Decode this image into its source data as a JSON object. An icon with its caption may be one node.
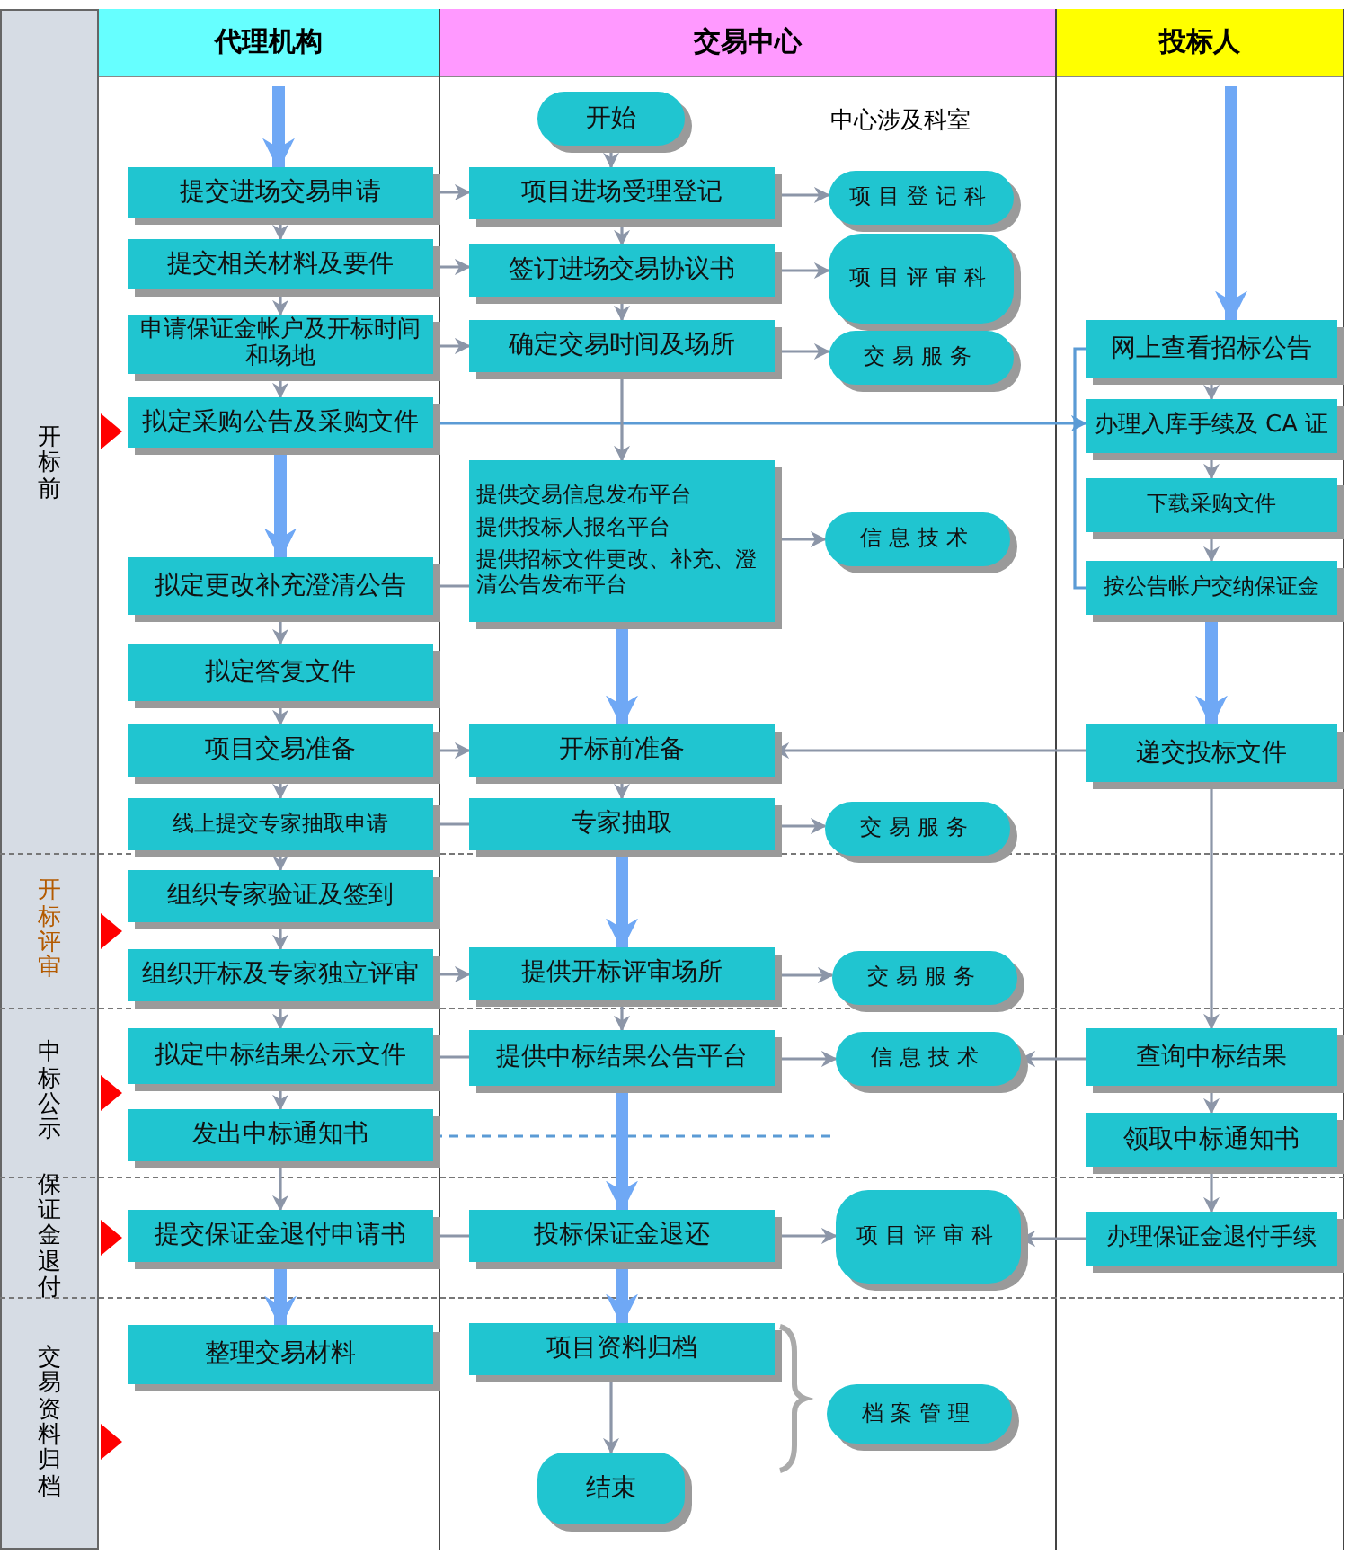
{
  "diagram": {
    "nodes": [
      {
        "text": [
          "代理机构"
        ]
      },
      {
        "text": [
          "交易中心"
        ]
      },
      {
        "text": [
          "投标人"
        ]
      },
      {
        "text": [
          "提交进场交易申请"
        ],
        "in": 0
      },
      {
        "text": [
          "提交相关材料及要件"
        ],
        "in": 0
      },
      {
        "text": [
          "申请保证金帐户及开标时间和场地"
        ],
        "in": 0
      },
      {
        "text": [
          "拟定采购公告及采购文件"
        ],
        "in": 0
      },
      {
        "text": [
          "拟定更改补充澄清公告"
        ],
        "in": 0
      },
      {
        "text": [
          "拟定答复文件"
        ],
        "in": 0
      },
      {
        "text": [
          "项目交易准备"
        ],
        "in": 0
      },
      {
        "text": [
          "线上提交专家抽取申请"
        ],
        "in": 0
      },
      {
        "text": [
          "组织专家验证及签到"
        ],
        "in": 0
      },
      {
        "text": [
          "组织开标及专家独立评审"
        ],
        "in": 0
      },
      {
        "text": [
          "拟定中标结果公示文件"
        ],
        "in": 0
      },
      {
        "text": [
          "发出中标通知书"
        ],
        "in": 0
      },
      {
        "text": [
          "提交保证金退付申请书"
        ],
        "in": 0
      },
      {
        "text": [
          "整理交易材料"
        ],
        "in": 0
      },
      {
        "text": [
          "开始"
        ],
        "in": 1
      },
      {
        "text": [
          "项目进场受理登记"
        ],
        "in": 1
      },
      {
        "text": [
          "签订进场交易协议书"
        ],
        "in": 1
      },
      {
        "text": [
          "确定交易时间及场所"
        ],
        "in": 1
      },
      {
        "text": [
          "提供交易信息发布平台",
          "提供投标人报名平台",
          "提供招标文件更改、补充、澄清公告发布平台"
        ],
        "in": 1
      },
      {
        "text": [
          "开标前准备"
        ],
        "in": 1
      },
      {
        "text": [
          "专家抽取"
        ],
        "in": 1
      },
      {
        "text": [
          "提供开标评审场所"
        ],
        "in": 1
      },
      {
        "text": [
          "提供中标结果公告平台"
        ],
        "in": 1
      },
      {
        "text": [
          "投标保证金退还"
        ],
        "in": 1
      },
      {
        "text": [
          "项目资料归档"
        ],
        "in": 1
      },
      {
        "text": [
          "结束"
        ],
        "in": 1
      },
      {
        "text": [
          "项目登记科"
        ],
        "in": 1
      },
      {
        "text": [
          "项目评审科"
        ],
        "in": 1
      },
      {
        "text": [
          "交易服务"
        ],
        "in": 1
      },
      {
        "text": [
          "信息技术"
        ],
        "in": 1
      },
      {
        "text": [
          "交易服务"
        ],
        "in": 1
      },
      {
        "text": [
          "交易服务"
        ],
        "in": 1
      },
      {
        "text": [
          "信息技术"
        ],
        "in": 1
      },
      {
        "text": [
          "项目评审科"
        ],
        "in": 1
      },
      {
        "text": [
          "档案管理"
        ],
        "in": 1
      },
      {
        "text": [
          "网上查看招标公告"
        ],
        "in": 2
      },
      {
        "text": [
          "办理入库手续及 CA 证"
        ],
        "in": 2
      },
      {
        "text": [
          "下载采购文件"
        ],
        "in": 2
      },
      {
        "text": [
          "按公告帐户交纳保证金"
        ],
        "in": 2
      },
      {
        "text": [
          "递交投标文件"
        ],
        "in": 2
      },
      {
        "text": [
          "查询中标结果"
        ],
        "in": 2
      },
      {
        "text": [
          "领取中标通知书"
        ],
        "in": 2
      },
      {
        "text": [
          "办理保证金退付手续"
        ],
        "in": 2
      }
    ],
    "edges": [
      {
        "from": null,
        "to": 3,
        "arrow": "to",
        "style": "thick",
        "color": "#6fa8f5"
      },
      {
        "from": 3,
        "to": 4,
        "arrow": "to"
      },
      {
        "from": 4,
        "to": 5,
        "arrow": "to"
      },
      {
        "from": 5,
        "to": 6,
        "arrow": "to"
      },
      {
        "from": 6,
        "to": 7,
        "arrow": "to",
        "style": "thick",
        "color": "#6fa8f5"
      },
      {
        "from": 7,
        "to": 8,
        "arrow": "to"
      },
      {
        "from": 8,
        "to": 9,
        "arrow": "to"
      },
      {
        "from": 9,
        "to": 10,
        "arrow": "to"
      },
      {
        "from": 10,
        "to": 11,
        "arrow": "to"
      },
      {
        "from": 11,
        "to": 12,
        "arrow": "to"
      },
      {
        "from": 12,
        "to": 13,
        "arrow": "to"
      },
      {
        "from": 13,
        "to": 14,
        "arrow": "to"
      },
      {
        "from": 14,
        "to": 15,
        "arrow": "to"
      },
      {
        "from": 15,
        "to": 16,
        "arrow": "to",
        "style": "thick",
        "color": "#6fa8f5"
      },
      {
        "from": 3,
        "to": 18,
        "arrow": "to"
      },
      {
        "from": 4,
        "to": 19,
        "arrow": "to"
      },
      {
        "from": 5,
        "to": 20,
        "arrow": "to"
      },
      {
        "from": 6,
        "to": 39,
        "arrow": "to",
        "color": "#5b9bd5"
      },
      {
        "from": 7,
        "to": 21,
        "arrow": "none"
      },
      {
        "from": 9,
        "to": 22,
        "arrow": "to"
      },
      {
        "from": 10,
        "to": 23,
        "arrow": "none"
      },
      {
        "from": 12,
        "to": 24,
        "arrow": "to"
      },
      {
        "from": 13,
        "to": 25,
        "arrow": "none"
      },
      {
        "from": 14,
        "to": null,
        "arrow": "none",
        "style": "dashed",
        "color": "#5b9bd5"
      },
      {
        "from": 15,
        "to": 26,
        "arrow": "none"
      },
      {
        "from": 17,
        "to": 18,
        "arrow": "to"
      },
      {
        "from": 18,
        "to": 19,
        "arrow": "to"
      },
      {
        "from": 19,
        "to": 20,
        "arrow": "to"
      },
      {
        "from": 20,
        "to": 21,
        "arrow": "to"
      },
      {
        "from": 21,
        "to": 22,
        "arrow": "to",
        "style": "thick",
        "color": "#6fa8f5"
      },
      {
        "from": 22,
        "to": 23,
        "arrow": "to"
      },
      {
        "from": 23,
        "to": 24,
        "arrow": "to",
        "style": "thick",
        "color": "#6fa8f5"
      },
      {
        "from": 24,
        "to": 25,
        "arrow": "to"
      },
      {
        "from": 25,
        "to": 26,
        "arrow": "to",
        "style": "thick",
        "color": "#6fa8f5"
      },
      {
        "from": 26,
        "to": 27,
        "arrow": "to",
        "style": "thick",
        "color": "#6fa8f5"
      },
      {
        "from": 27,
        "to": 28,
        "arrow": "to"
      },
      {
        "from": 18,
        "to": 29,
        "arrow": "to"
      },
      {
        "from": 19,
        "to": 30,
        "arrow": "to"
      },
      {
        "from": 20,
        "to": 31,
        "arrow": "to"
      },
      {
        "from": 21,
        "to": 32,
        "arrow": "to"
      },
      {
        "from": 23,
        "to": 33,
        "arrow": "to"
      },
      {
        "from": 24,
        "to": 34,
        "arrow": "to"
      },
      {
        "from": 25,
        "to": 35,
        "arrow": "to"
      },
      {
        "from": 26,
        "to": 36,
        "arrow": "to"
      },
      {
        "from": null,
        "to": 38,
        "arrow": "to",
        "style": "thick",
        "color": "#6fa8f5"
      },
      {
        "from": 38,
        "to": 39,
        "arrow": "to"
      },
      {
        "from": 39,
        "to": 40,
        "arrow": "to"
      },
      {
        "from": 40,
        "to": 41,
        "arrow": "to"
      },
      {
        "from": 41,
        "to": 42,
        "arrow": "to",
        "style": "thick",
        "color": "#6fa8f5"
      },
      {
        "from": 42,
        "to": 22,
        "arrow": "to"
      },
      {
        "from": 42,
        "to": 43,
        "arrow": "to"
      },
      {
        "from": 43,
        "to": 44,
        "arrow": "to"
      },
      {
        "from": 44,
        "to": 45,
        "arrow": "to"
      },
      {
        "from": 43,
        "to": 35,
        "arrow": "to"
      },
      {
        "from": 45,
        "to": 36,
        "arrow": "to"
      },
      {
        "from": 38,
        "to": 41,
        "arrow": "none",
        "color": "#5b9bd5"
      }
    ],
    "labels": [
      "开标前",
      "中心涉及科室",
      "开标评审",
      "中标公示",
      "保证金退付",
      "交易资料归档"
    ]
  }
}
